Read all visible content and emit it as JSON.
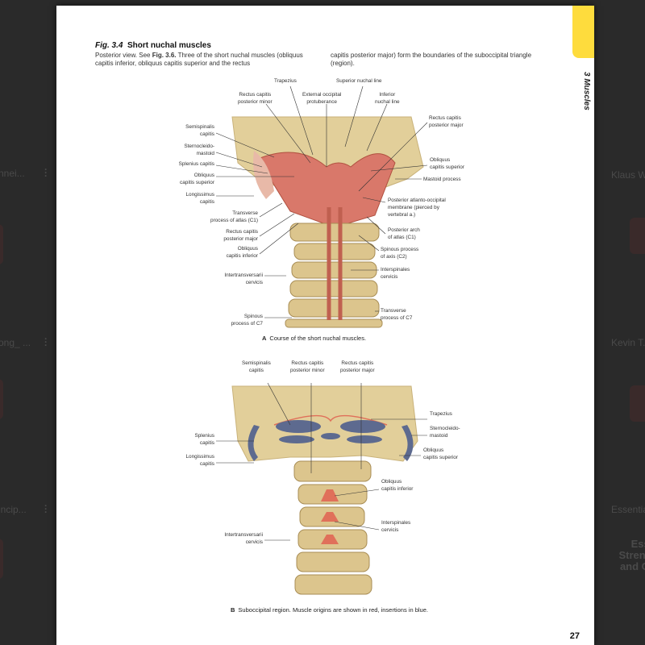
{
  "background": {
    "left_items": [
      "nnei...",
      "ong_ ...",
      "incip..."
    ],
    "right_items": [
      "Klaus W",
      "Kevin T.",
      "Essentia"
    ],
    "right_cover_text": "Esse\nStrengt\nand Co"
  },
  "page": {
    "chapter_tab": "3 Muscles",
    "figure_number": "Fig. 3.4",
    "figure_title": "Short nuchal muscles",
    "description_left_prefix": "Posterior view. See ",
    "description_ref": "Fig. 3.6.",
    "description_left_rest": " Three of the short nuchal muscles (obliquus capitis inferior, obliquus capitis superior and the rectus",
    "description_right": "capitis posterior major) form the boundaries of the suboccipital triangle (region).",
    "page_number": "27"
  },
  "figure_a": {
    "caption_letter": "A",
    "caption": "Course of the short nuchal muscles.",
    "labels": {
      "trapezius": "Trapezius",
      "superior_nuchal_line": "Superior nuchal line",
      "rcp_minor": "Rectus capitis\nposterior minor",
      "ext_occ_protuberance": "External occipital\nprotuberance",
      "inferior_nuchal_line": "Inferior\nnuchal line",
      "rcp_major_right": "Rectus capitis\nposterior major",
      "semispinalis": "Semispinalis\ncapitis",
      "sternocleidomastoid": "Sternocleido-\nmastoid",
      "splenius": "Splenius capitis",
      "obliquus_sup_left": "Obliquus\ncapitis superior",
      "longissimus": "Longissimus\ncapitis",
      "transverse_c1": "Transverse\nprocess of atlas (C1)",
      "rcp_major_left": "Rectus capitis\nposterior major",
      "obliquus_inf": "Obliquus\ncapitis inferior",
      "intertransversarii": "Intertransversarii\ncervicis",
      "spinous_c7": "Spinous\nprocess of C7",
      "obliquus_sup_right": "Obliquus\ncapitis superior",
      "mastoid": "Mastoid process",
      "atlanto_occipital": "Posterior atlanto-occipital\nmembrane (pierced by\nvertebral a.)",
      "posterior_arch": "Posterior arch\nof atlas (C1)",
      "spinous_c2": "Spinous process\nof axis (C2)",
      "interspinales": "Interspinales\ncervicis",
      "transverse_c7": "Transverse\nprocess of C7"
    }
  },
  "figure_b": {
    "caption_letter": "B",
    "caption": "Suboccipital region. Muscle origins are shown in red, insertions in blue.",
    "labels": {
      "semispinalis": "Semispinalis\ncapitis",
      "rcp_minor": "Rectus capitis\nposterior minor",
      "rcp_major": "Rectus capitis\nposterior major",
      "trapezius": "Trapezius",
      "sternocleidomastoid": "Sternocleido-\nmastoid",
      "obliquus_sup": "Obliquus\ncapitis superior",
      "obliquus_inf": "Obliquus\ncapitis inferior",
      "interspinales": "Interspinales\ncervicis",
      "splenius": "Splenius\ncapitis",
      "longissimus": "Longissimus\ncapitis",
      "intertransversarii": "Intertransversarii\ncervicis"
    }
  },
  "colors": {
    "tab": "#fedc3d",
    "bone": "#e2cf9a",
    "muscle": "#d9786a",
    "insertion": "#5d6a8f",
    "origin": "#e0705a"
  }
}
